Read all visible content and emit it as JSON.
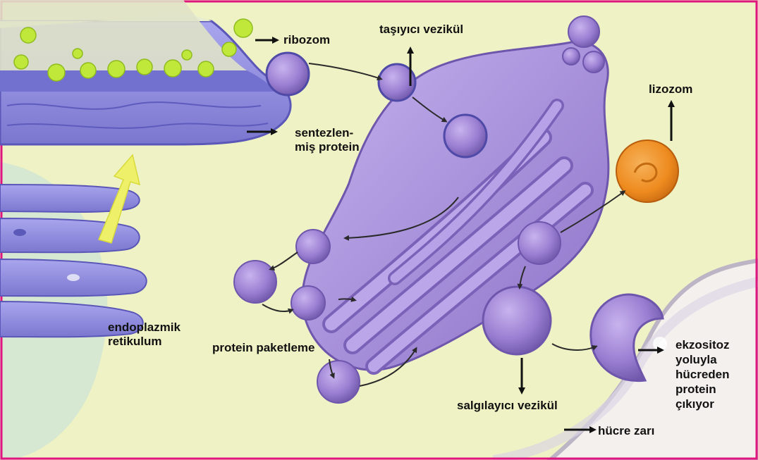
{
  "labels": {
    "ribozom": "ribozom",
    "tasiyici_vezikul": "taşıyıcı vezikül",
    "lizozom": "lizozom",
    "sentezlenmis_protein_1": "sentezlen-",
    "sentezlenmis_protein_2": "miş protein",
    "endoplazmik_retikulum_1": "endoplazmik",
    "endoplazmik_retikulum_2": "retikulum",
    "protein_paketleme": "protein paketleme",
    "salgilayici_vezikul": "salgılayıcı vezikül",
    "ekzositoz_1": "ekzositoz",
    "ekzositoz_2": "yoluyla",
    "ekzositoz_3": "hücreden",
    "ekzositoz_4": "protein",
    "ekzositoz_5": "çıkıyor",
    "hucre_zari": "hücre zarı"
  },
  "colors": {
    "border": "#e0157f",
    "cytoplasm": "#eef2c4",
    "cytoplasm_left": "#cfe3d6",
    "golgi": "#a98fd6",
    "golgi_dark": "#7f63b8",
    "er": "#8f8ee0",
    "ribosome": "#bfe83a",
    "lysosome": "#f08a1e",
    "arrow": "#111111",
    "path": "#2a2a2a"
  }
}
